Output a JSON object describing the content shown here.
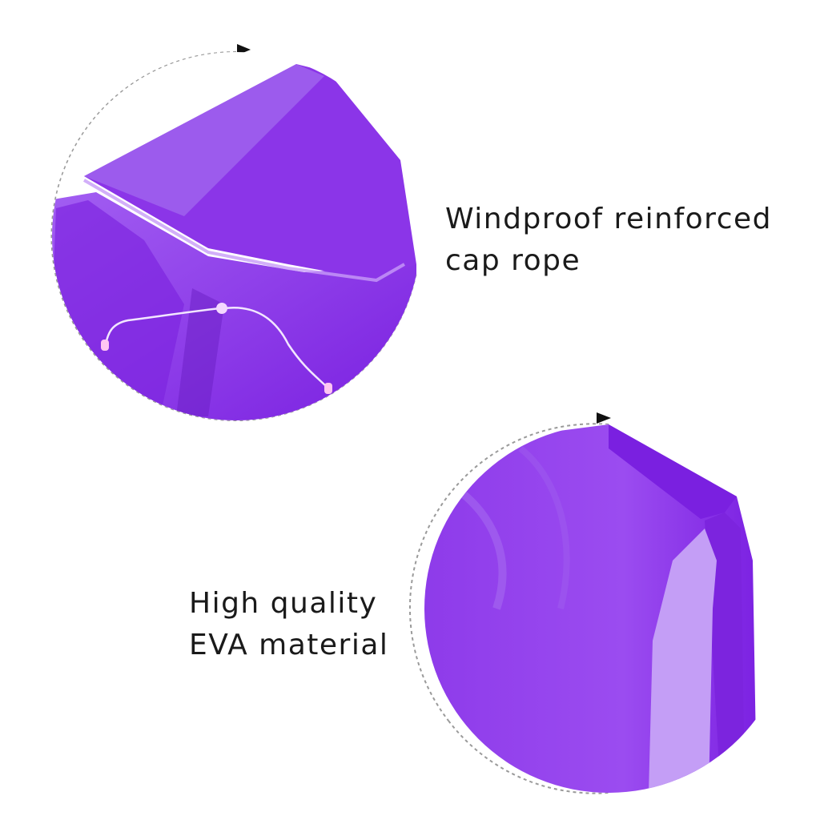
{
  "features": [
    {
      "icon": "hood-closeup-image",
      "caption_line1": "Windproof reinforced",
      "caption_line2": "cap rope"
    },
    {
      "icon": "material-closeup-image",
      "caption_line1": "High quality",
      "caption_line2": "EVA material"
    }
  ],
  "colors": {
    "raincoat_purple": "#8a2be2",
    "raincoat_light": "#a867f0",
    "raincoat_dark": "#6a1ec4",
    "dashed_line": "#9a9a9a",
    "arrow": "#111111",
    "text": "#1a1a1a"
  }
}
